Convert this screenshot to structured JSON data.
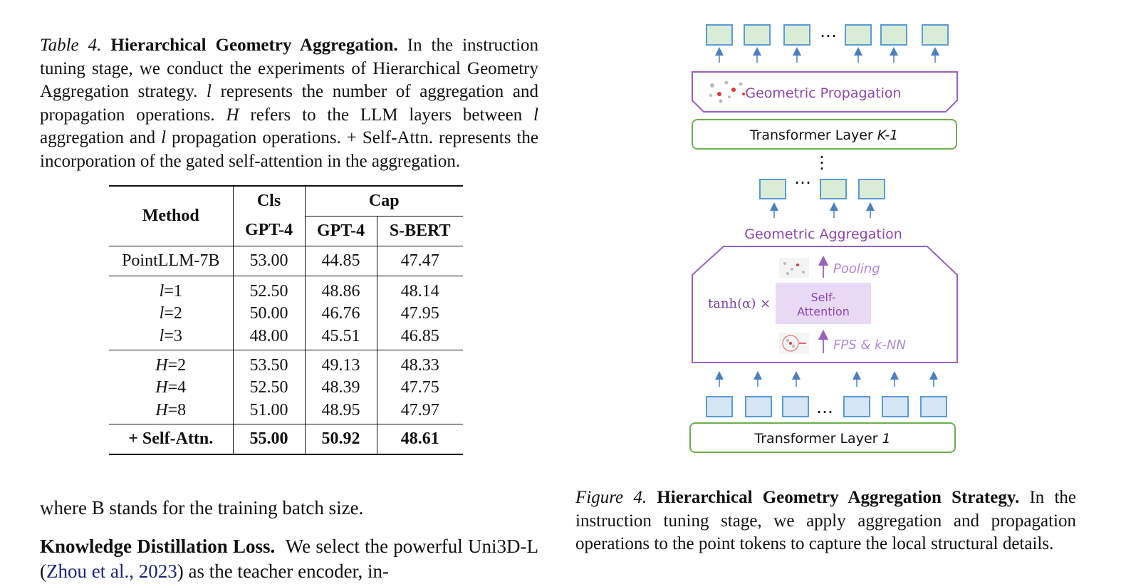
{
  "table_caption": {
    "prefix": "Table 4.",
    "title": "Hierarchical Geometry Aggregation.",
    "body_1": " In the instruction tuning stage, we conduct the experiments of Hierarchical Geometry Aggregation strategy. ",
    "l_symbol": "l",
    "body_2": " represents the number of aggregation and propagation operations. ",
    "H_symbol": "H",
    "body_3": " refers to the LLM layers between ",
    "body_4": " aggregation and ",
    "body_5": " propagation operations. + Self-Attn. represents the incorporation of the gated self-attention in the aggregation."
  },
  "table": {
    "headers": {
      "method": "Method",
      "cls": "Cls",
      "cap": "Cap",
      "gpt4_cls": "GPT-4",
      "gpt4_cap": "GPT-4",
      "sbert": "S-BERT"
    },
    "baseline": {
      "method": "PointLLM-7B",
      "cls": "53.00",
      "gpt4": "44.85",
      "sbert": "47.47"
    },
    "group_l": [
      {
        "var": "l",
        "val": "=1",
        "cls": "52.50",
        "gpt4": "48.86",
        "sbert": "48.14"
      },
      {
        "var": "l",
        "val": "=2",
        "cls": "50.00",
        "gpt4": "46.76",
        "sbert": "47.95"
      },
      {
        "var": "l",
        "val": "=3",
        "cls": "48.00",
        "gpt4": "45.51",
        "sbert": "46.85"
      }
    ],
    "group_H": [
      {
        "var": "H",
        "val": "=2",
        "cls": "53.50",
        "gpt4": "49.13",
        "sbert": "48.33"
      },
      {
        "var": "H",
        "val": "=4",
        "cls": "52.50",
        "gpt4": "48.39",
        "sbert": "47.75"
      },
      {
        "var": "H",
        "val": "=8",
        "cls": "51.00",
        "gpt4": "48.95",
        "sbert": "47.97"
      }
    ],
    "final": {
      "method": "+ Self-Attn.",
      "cls": "55.00",
      "gpt4": "50.92",
      "sbert": "48.61"
    }
  },
  "body_text": {
    "after_table": "where B stands for the training batch size.",
    "kd_heading": "Knowledge Distillation Loss.",
    "kd_text_1": "We select the powerful Uni3D-L (",
    "kd_cite": "Zhou et al., 2023",
    "kd_text_2": ") as the teacher encoder, in-"
  },
  "figure": {
    "geo_prop": "Geometric Propagation",
    "tl_top_prefix": "Transformer Layer ",
    "tl_top_suffix": "K-1",
    "geo_agg": "Geometric Aggregation",
    "pooling": "Pooling",
    "self_attn_1": "Self-",
    "self_attn_2": "Attention",
    "tanh": "tanh(α) ×",
    "fps": "FPS & k-NN",
    "tl_bottom_prefix": "Transformer Layer ",
    "tl_bottom_suffix": "1",
    "dots": "…",
    "vdots": "⋮"
  },
  "figure_caption": {
    "prefix": "Figure 4.",
    "title": "Hierarchical Geometry Aggregation Strategy.",
    "body": " In the instruction tuning stage, we apply aggregation and propagation operations to the point tokens to capture the local structural details."
  },
  "colors": {
    "token_fill_top": "#d8ecd6",
    "token_fill_bottom": "#d6e6f5",
    "token_stroke": "#5b9bd5",
    "purple": "#9b5fc0",
    "green": "#6ab04c",
    "arrow_blue": "#4a7fc1"
  }
}
